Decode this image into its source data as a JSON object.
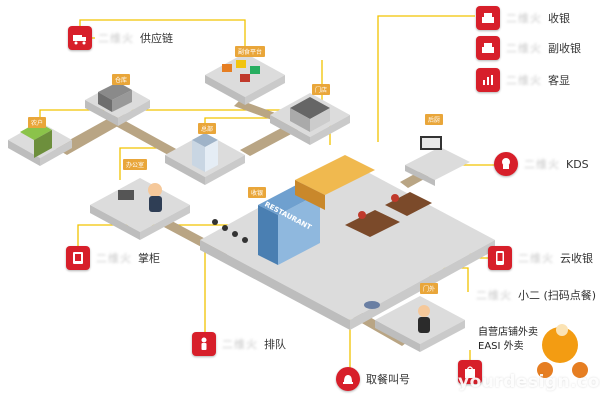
{
  "labels": {
    "supply_chain": {
      "blurred": "二维火",
      "text": "供应链"
    },
    "cashier": {
      "blurred": "二维火",
      "text": "收银"
    },
    "sub_cashier": {
      "blurred": "二维火",
      "text": "副收银"
    },
    "customer_display": {
      "blurred": "二维火",
      "text": "客显"
    },
    "kds": {
      "blurred": "二维火",
      "text": "KDS"
    },
    "manager": {
      "blurred": "二维火",
      "text": "掌柜"
    },
    "cloud_cashier": {
      "blurred": "二维火",
      "text": "云收银"
    },
    "queue": {
      "blurred": "二维火",
      "text": "排队"
    },
    "call_number": {
      "text": "取餐叫号"
    },
    "xiaoer": {
      "blurred": "二维火",
      "text": "小二 (扫码点餐)"
    },
    "takeout_self": {
      "text": "自营店铺外卖"
    },
    "takeout_easi": {
      "text": "EASI 外卖"
    }
  },
  "signs": {
    "farm": "农户",
    "warehouse": "仓库",
    "market": "副食平台",
    "store": "门店",
    "hq": "总部",
    "office": "办公室",
    "kitchen": "后厨",
    "cashier_desk": "收银",
    "outside": "门外"
  },
  "restaurant_sign": "RESTAURANT",
  "watermark": "yourdesign.com",
  "colors": {
    "line": "#f2c300",
    "badge": "#d71f2a",
    "platform": "#dcdcdc",
    "road": "#b9a584"
  }
}
